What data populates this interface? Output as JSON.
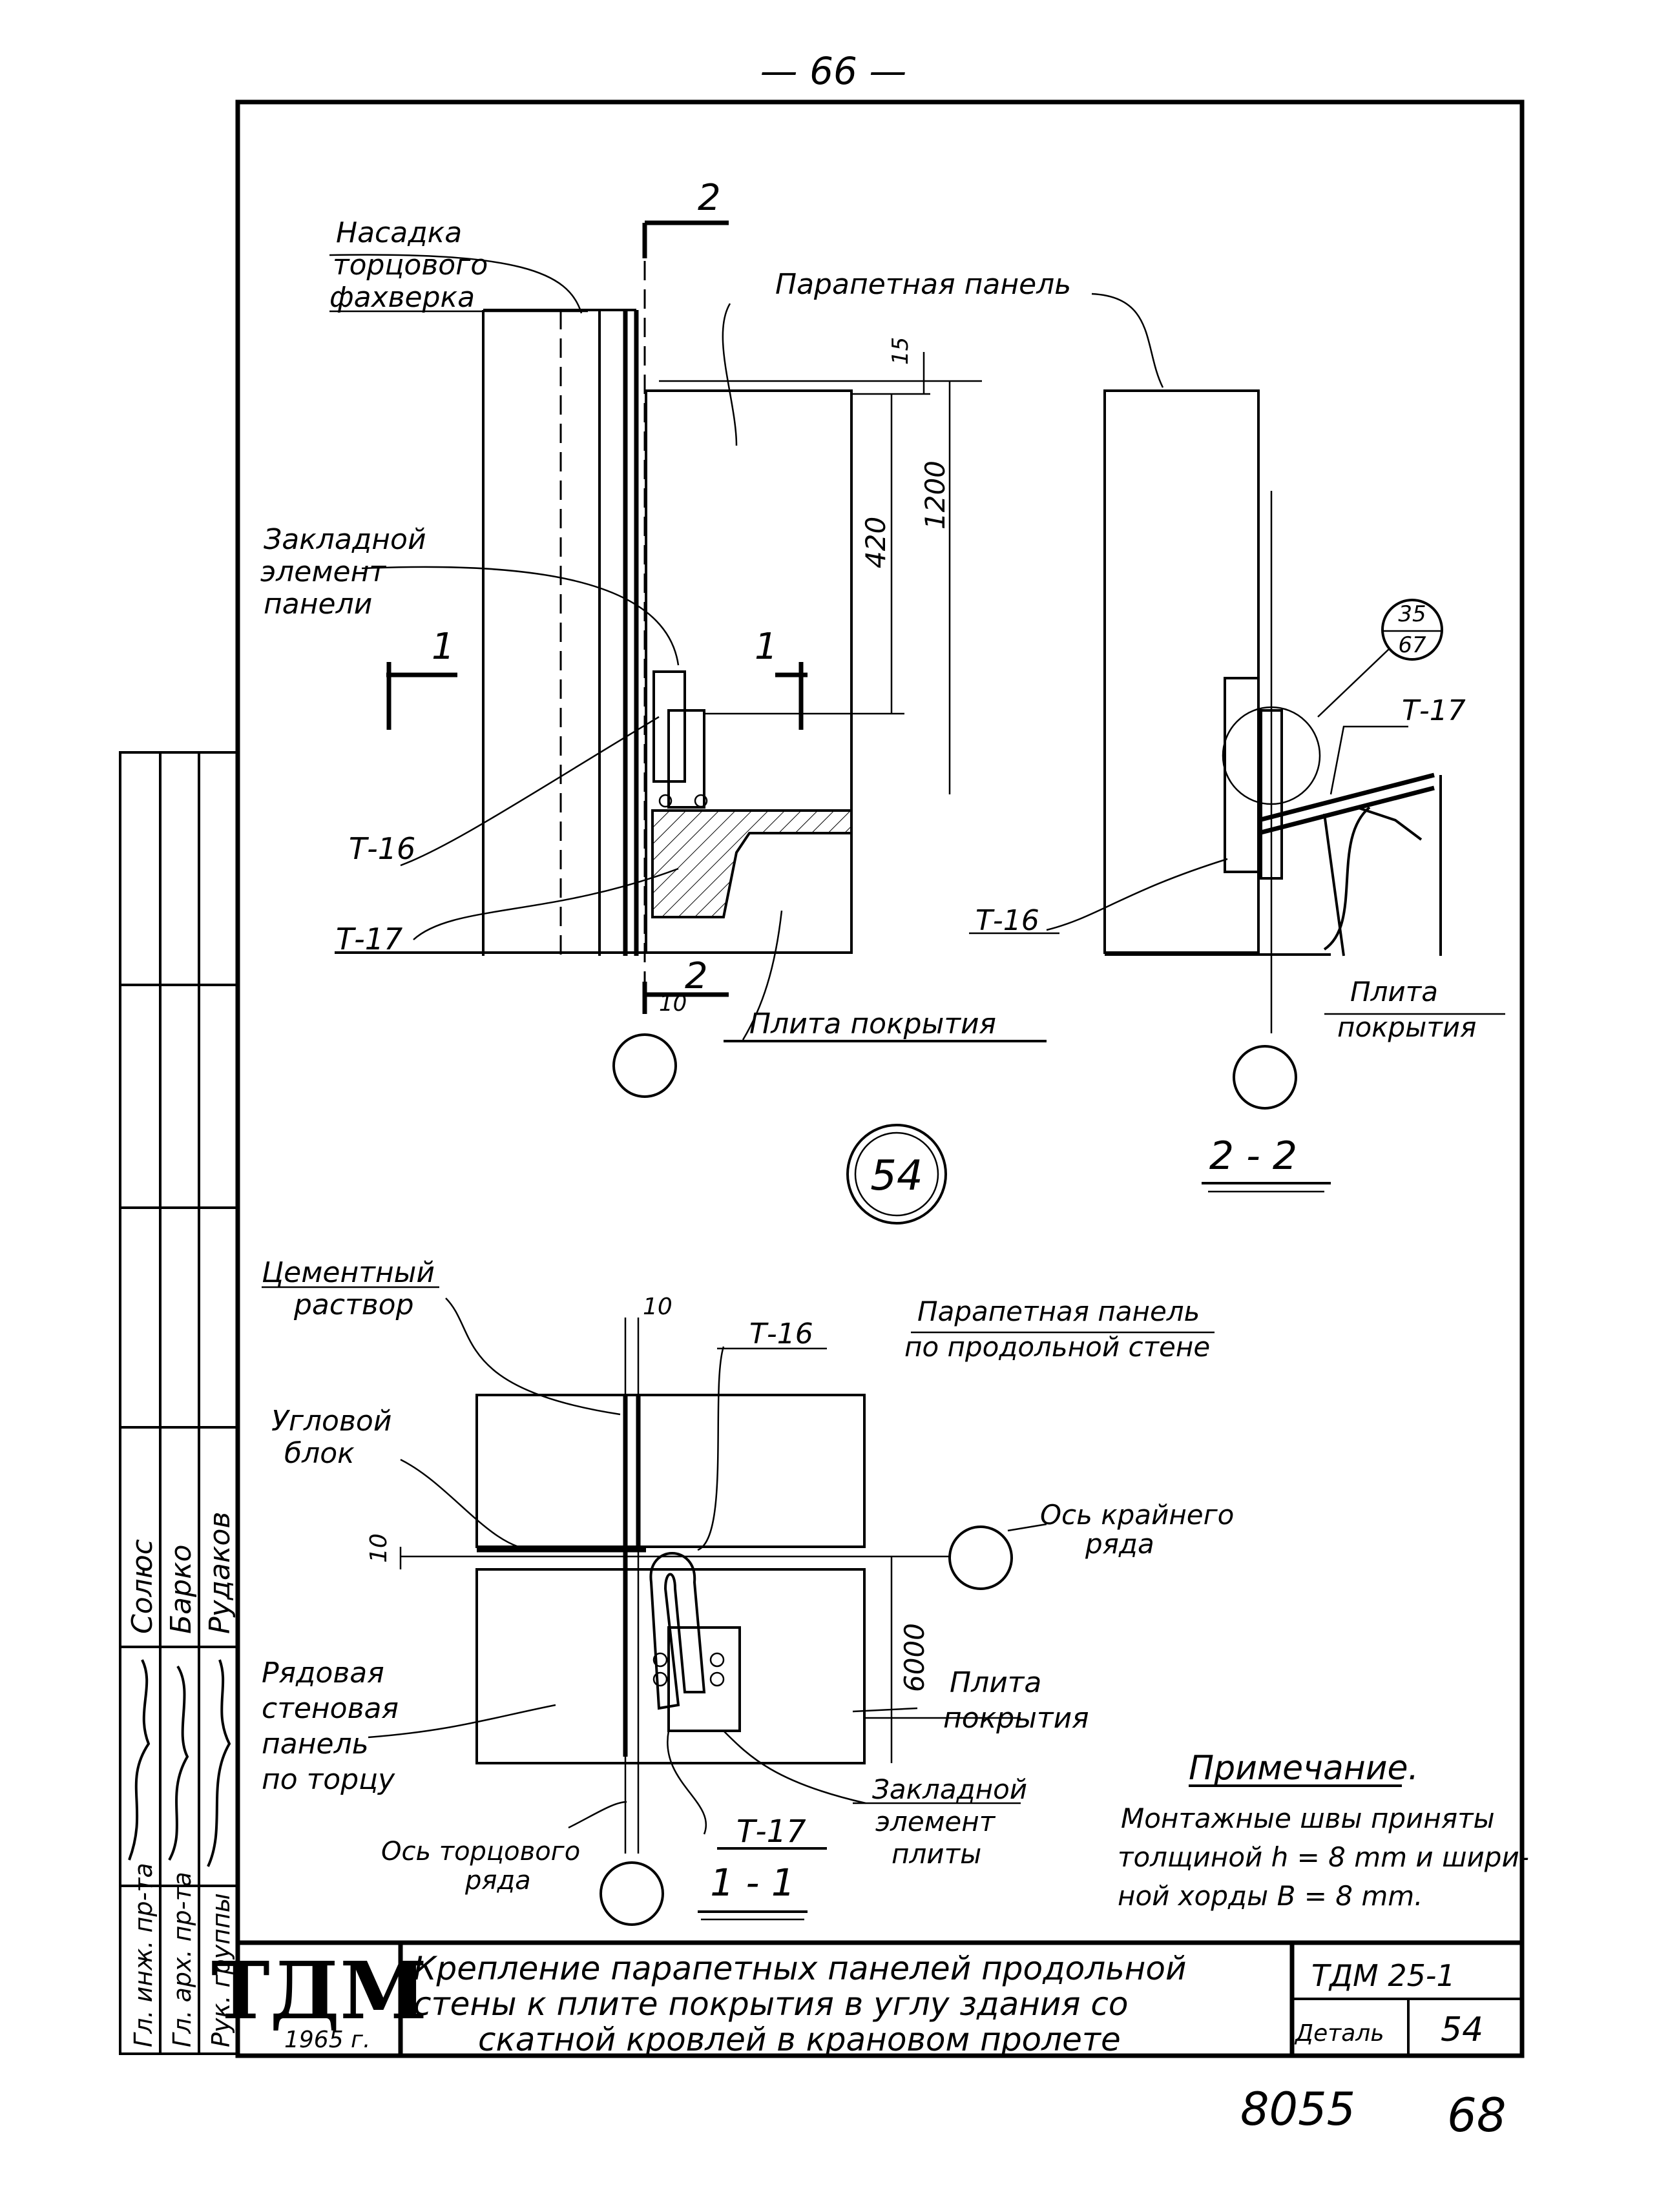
{
  "sheet": {
    "page_number": "— 66 —",
    "footer_stamp": "8055",
    "footer_sheet": "68",
    "balloon_main": "54",
    "balloon_ref_top": "35",
    "balloon_ref_bottom": "67"
  },
  "left_view": {
    "label_nasadka": [
      "Насадка",
      "торцового",
      "фахверка"
    ],
    "label_parapet": "Парапетная панель",
    "label_zakladnoy": [
      "Закладной",
      "элемент",
      "панели"
    ],
    "label_t16": "Т-16",
    "label_t17": "Т-17",
    "label_plita": "Плита покрытия",
    "dim_15": "15",
    "dim_420": "420",
    "dim_1200": "1200",
    "dim_10": "10",
    "section_2_top": "2",
    "section_2_bottom": "2",
    "section_1_left": "1",
    "section_1_right": "1"
  },
  "right_view": {
    "title": "2 - 2",
    "label_t17": "Т-17",
    "label_t16": "Т-16",
    "label_plita": [
      "Плита",
      "покрытия"
    ]
  },
  "plan_view": {
    "title": "1 - 1",
    "label_cement": [
      "Цементный",
      "раствор"
    ],
    "label_uglovoy": [
      "Угловой",
      "блок"
    ],
    "label_parapet": [
      "Парапетная панель",
      "по продольной стене"
    ],
    "label_t16": "Т-16",
    "label_os_krainego": [
      "Ось крайнего",
      "ряда"
    ],
    "label_ryadovaya": [
      "Рядовая",
      "стеновая",
      "панель",
      "по торцу"
    ],
    "label_plita": [
      "Плита",
      "покрытия"
    ],
    "label_zakladnoy_plity": [
      "Закладной",
      "элемент",
      "плиты"
    ],
    "label_t17": "Т-17",
    "label_os_torcovogo": [
      "Ось торцового",
      "ряда"
    ],
    "dim_10_top": "10",
    "dim_10_left": "10",
    "dim_6000": "6000"
  },
  "note": {
    "title": "Примечание.",
    "lines": [
      "Монтажные швы приняты",
      "толщиной  h = 8 mm и шири-",
      "ной хорды  B = 8 mm."
    ]
  },
  "title_block": {
    "logo": "ТДМ",
    "year": "1965 г.",
    "title_lines": [
      "Крепление  парапетных панелей продольной",
      "стены к плите покрытия в углу здания со",
      "скатной кровлей в крановом пролете"
    ],
    "code": "ТДМ 25-1",
    "detail_label": "Деталь",
    "detail_number": "54"
  },
  "side_stamp": {
    "roles": [
      "Гл. инж. пр-та",
      "Гл. арх. пр-та",
      "Рук. группы"
    ],
    "names": [
      "Солюс",
      "Барко",
      "Рудаков"
    ]
  }
}
